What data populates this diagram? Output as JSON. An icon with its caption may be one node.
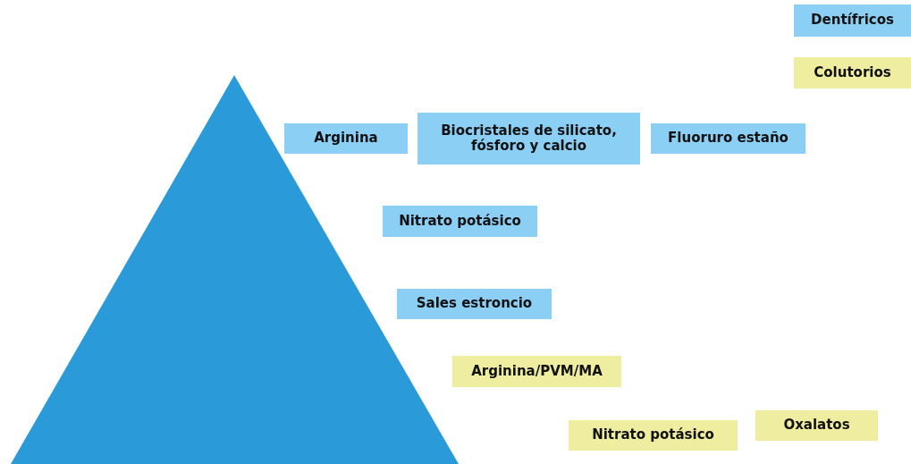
{
  "diagram": {
    "nodes": [
      {
        "text": [
          "Arginina"
        ]
      },
      {
        "text": [
          "Biocristales de silicato, fósforo y calcio"
        ]
      },
      {
        "text": [
          "Fluoruro estaño"
        ]
      },
      {
        "text": [
          "Nitrato potásico"
        ]
      },
      {
        "text": [
          "Sales estroncio"
        ]
      },
      {
        "text": [
          "Arginina/PVM/MA"
        ]
      },
      {
        "text": [
          "Nitrato potásico"
        ]
      },
      {
        "text": [
          "Oxalatos"
        ]
      }
    ],
    "edges": [],
    "legend": [
      {
        "text": "Dentífricos",
        "color": "#8ccff5"
      },
      {
        "text": "Colutorios",
        "color": "#efeda0"
      }
    ]
  }
}
